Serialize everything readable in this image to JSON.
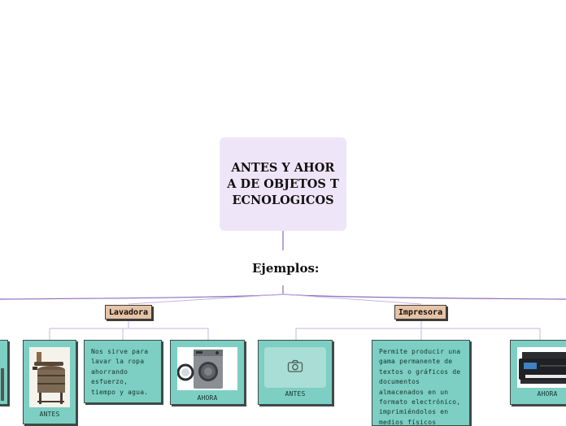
{
  "central_topic": "ANTES Y AHORA DE OBJETOS TECNOLOGICOS",
  "branch_label": "Ejemplos:",
  "subtopics": {
    "washer": "Lavadora",
    "printer": "Impresora"
  },
  "cards": {
    "washer_before_caption": "ANTES",
    "washer_description": "Nos sirve para lavar la ropa ahorrando esfuerzo, tiempo y agua.",
    "washer_now_caption": "AHORA",
    "printer_before_caption": "ANTES",
    "printer_description": "Permite producir una gama permanente de textos o gráficos de documentos almacenados en un formato electrónico, imprimiéndolos en medios físicos",
    "printer_now_caption": "AHORA"
  },
  "icons": {
    "placeholder": "camera-icon"
  },
  "colors": {
    "central_fill": "#efe5f8",
    "connector": "#8e6bbf",
    "subtopic_fill": "#e7c3a6",
    "card_fill": "#7ccfc2"
  }
}
